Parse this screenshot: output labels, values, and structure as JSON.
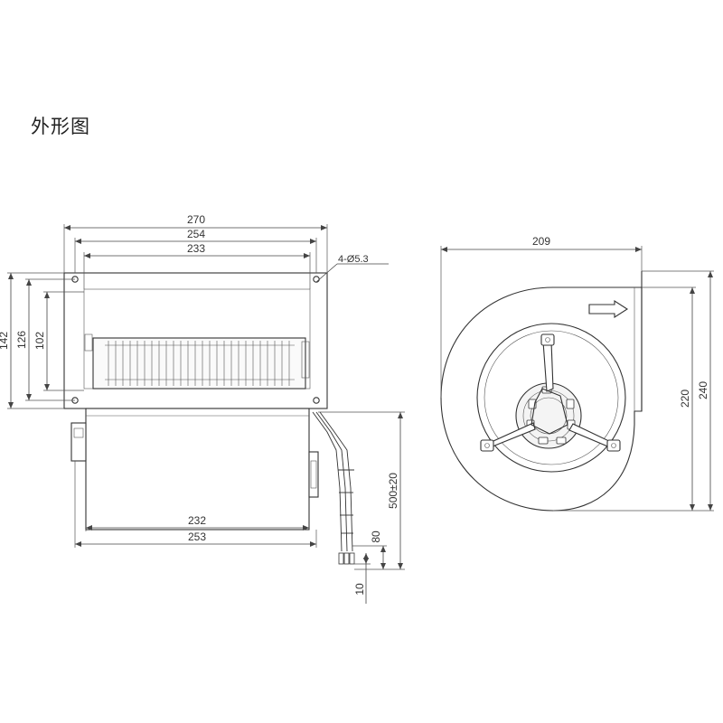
{
  "title": "外形图",
  "front_view": {
    "dims": {
      "w270": "270",
      "w254": "254",
      "w233": "233",
      "hole": "4-Ø5.3",
      "h142": "142",
      "h126": "126",
      "h102": "102",
      "w232": "232",
      "w253": "253",
      "lead": "500±20",
      "l80": "80",
      "l10": "10"
    }
  },
  "side_view": {
    "dims": {
      "w209": "209",
      "h220": "220",
      "h240": "240"
    }
  },
  "colors": {
    "line": "#333333",
    "housing_fill": "#f4f4f4",
    "motor_fill": "#e8e8e8"
  }
}
